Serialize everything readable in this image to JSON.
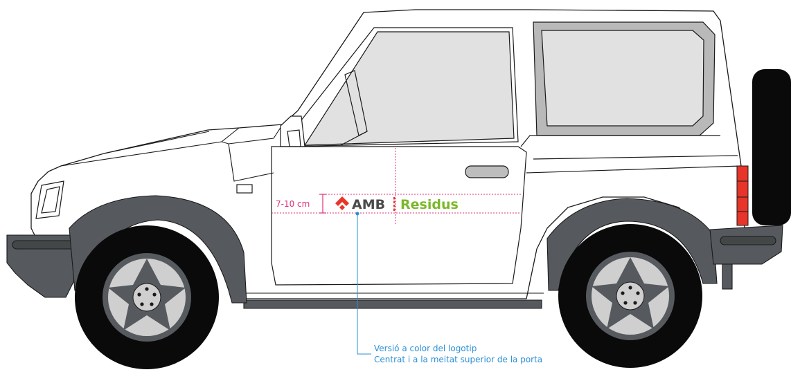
{
  "logo": {
    "amb": "AMB",
    "residus": "Residus"
  },
  "dimension": {
    "label": "7-10 cm"
  },
  "callout": {
    "line1": "Versió a color del logotip",
    "line2": "Centrat i a la meitat superior de la porta"
  },
  "colors": {
    "guide_magenta": "#e0307a",
    "callout_blue": "#2a8fd6",
    "logo_red": "#e8352a",
    "logo_grey": "#4a4a4a",
    "logo_green": "#7ab829",
    "fender_grey": "#565a5e",
    "tail_light_red": "#e8352a"
  }
}
